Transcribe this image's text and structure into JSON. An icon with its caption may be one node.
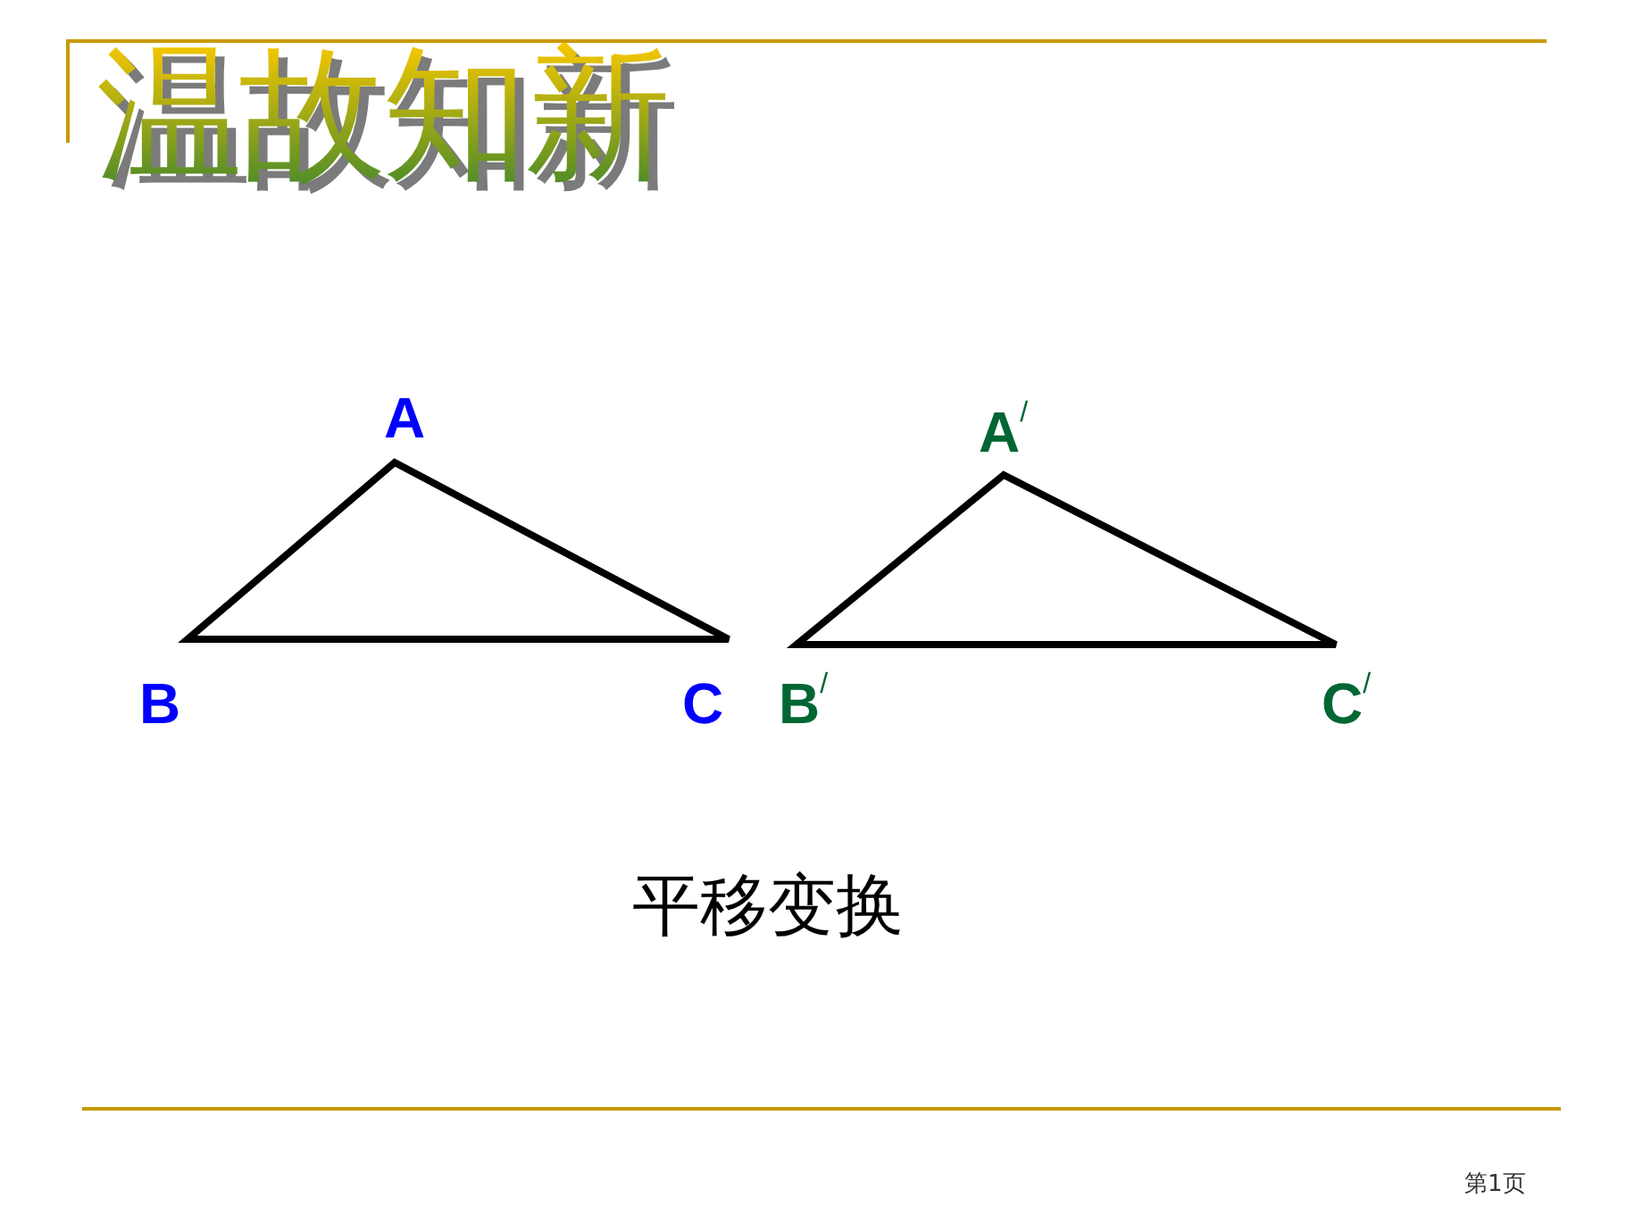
{
  "diagram": {
    "title": "温故知新",
    "labels": [
      "A",
      "A$^{/}$",
      "B",
      "C",
      "B$^{/}$",
      "C$^{/}$",
      "平移变换",
      "第1页"
    ]
  }
}
